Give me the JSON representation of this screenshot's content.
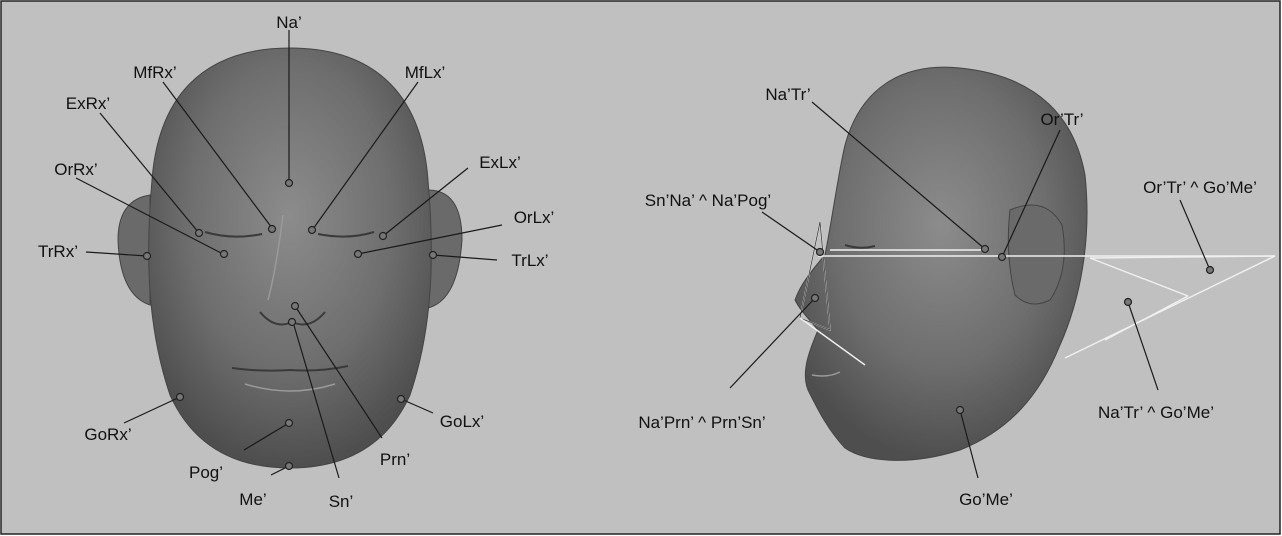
{
  "frontal_view": {
    "labels": {
      "na": "Na’",
      "mfrx": "MfRx’",
      "mflx": "MfLx’",
      "exrx": "ExRx’",
      "exlx": "ExLx’",
      "orrx": "OrRx’",
      "orlx": "OrLx’",
      "trrx": "TrRx’",
      "trlx": "TrLx’",
      "gorx": "GoRx’",
      "golx": "GoLx’",
      "pog": "Pog’",
      "me": "Me’",
      "sn": "Sn’",
      "prn": "Prn’"
    }
  },
  "profile_view": {
    "labels": {
      "natr": "Na’Tr’",
      "ortr": "Or’Tr’",
      "ortr_gome": "Or’Tr’ ^ Go’Me’",
      "snna_napog": "Sn’Na’ ^ Na’Pog’",
      "naprn_prnsn": "Na’Prn’ ^ Prn’Sn’",
      "natr_gome": "Na’Tr’ ^ Go’Me’",
      "gome": "Go’Me’"
    }
  }
}
